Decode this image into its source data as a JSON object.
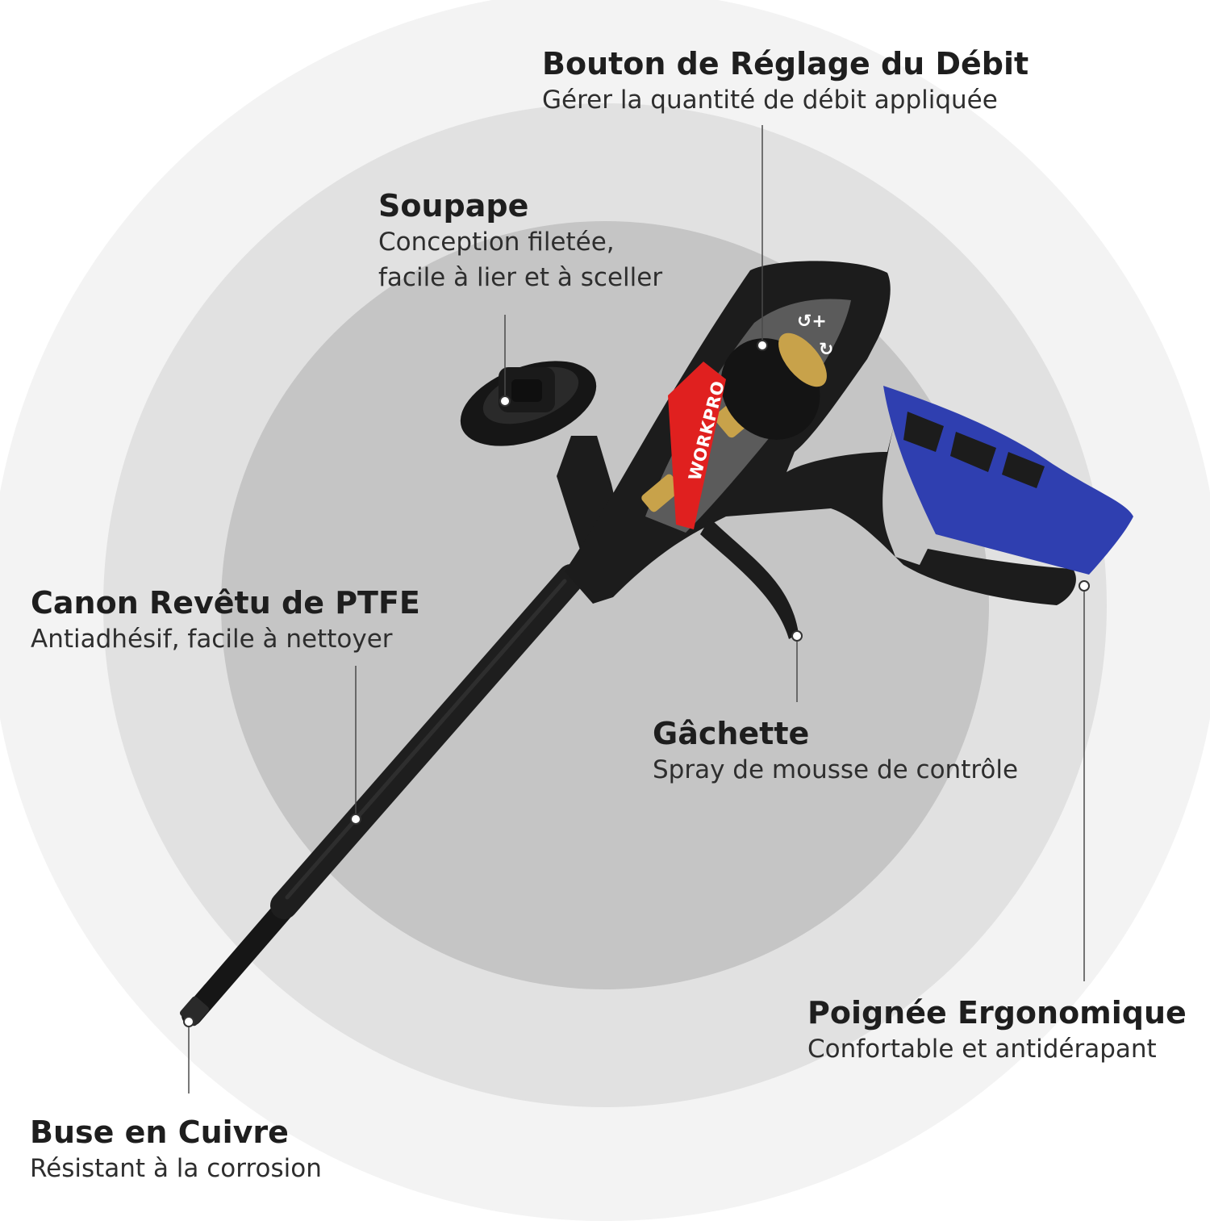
{
  "brand": "WORKPRO",
  "colors": {
    "grip_blue": "#2f3fb0",
    "brand_red": "#e0201f",
    "brass": "#c8a24a",
    "body_black": "#1c1c1c"
  },
  "callouts": {
    "debit": {
      "title": "Bouton de Réglage du Débit",
      "desc": "Gérer la quantité de débit appliquée"
    },
    "soupape": {
      "title": "Soupape",
      "desc_line1": "Conception filetée,",
      "desc_line2": "facile à lier et à sceller"
    },
    "canon": {
      "title": "Canon Revêtu de PTFE",
      "desc": "Antiadhésif, facile à nettoyer"
    },
    "gachette": {
      "title": "Gâchette",
      "desc": "Spray de mousse de contrôle"
    },
    "poignee": {
      "title": "Poignée Ergonomique",
      "desc": "Confortable et antidérapant"
    },
    "buse": {
      "title": "Buse en Cuivre",
      "desc": "Résistant à la corrosion"
    }
  }
}
